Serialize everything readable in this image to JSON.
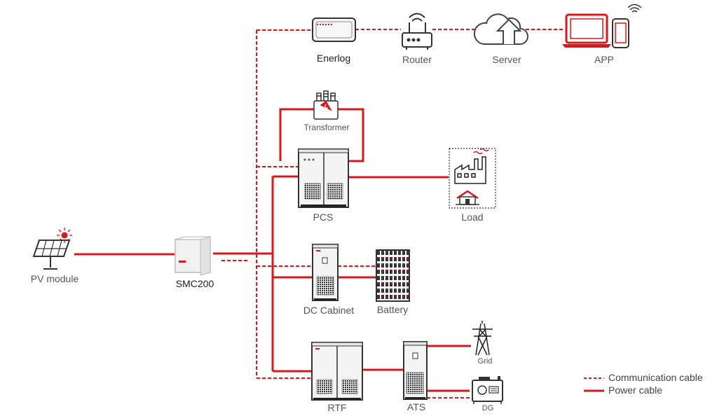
{
  "nodes": {
    "enerlog": "Enerlog",
    "router": "Router",
    "server": "Server",
    "app": "APP",
    "transformer": "Transformer",
    "pcs": "PCS",
    "load": "Load",
    "pv_module": "PV module",
    "smc200": "SMC200",
    "dc_cabinet": "DC Cabinet",
    "battery": "Battery",
    "grid": "Grid",
    "dg": "DG",
    "rtf": "RTF",
    "ats": "ATS"
  },
  "legend": {
    "communication": "Communication cable",
    "power": "Power cable"
  },
  "colors": {
    "cable": "#d7191f",
    "device_stroke": "#333333",
    "device_fill": "#f3f3f3",
    "label": "#555555"
  }
}
